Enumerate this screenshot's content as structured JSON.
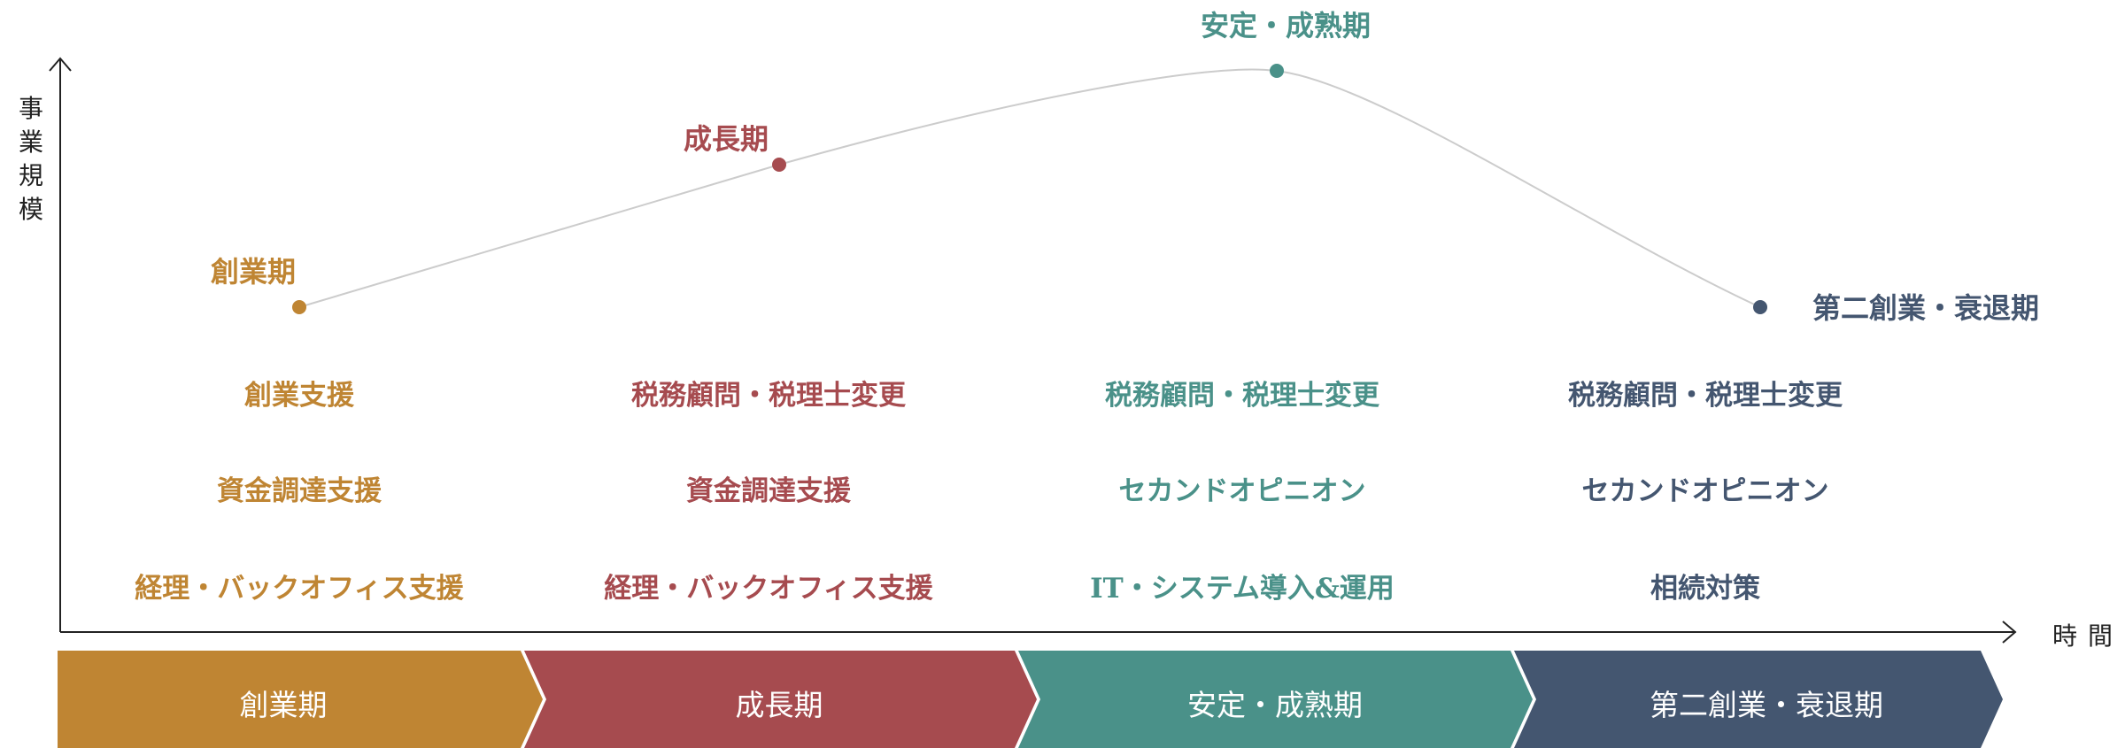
{
  "axes": {
    "y_label": "事業規模",
    "x_label": "時間"
  },
  "colors": {
    "startup": "#BF8533",
    "growth": "#A64B4F",
    "stable": "#4A9189",
    "second": "#445670",
    "curve": "#cccccc",
    "axis": "#222222"
  },
  "stages": [
    {
      "name": "創業期",
      "items": [
        "創業支援",
        "資金調達支援",
        "経理・バックオフィス支援"
      ]
    },
    {
      "name": "成長期",
      "items": [
        "税務顧問・税理士変更",
        "資金調達支援",
        "経理・バックオフィス支援"
      ]
    },
    {
      "name": "安定・成熟期",
      "items": [
        "税務顧問・税理士変更",
        "セカンドオピニオン",
        "IT・システム導入&運用"
      ]
    },
    {
      "name": "第二創業・衰退期",
      "items": [
        "税務顧問・税理士変更",
        "セカンドオピニオン",
        "相続対策"
      ]
    }
  ]
}
